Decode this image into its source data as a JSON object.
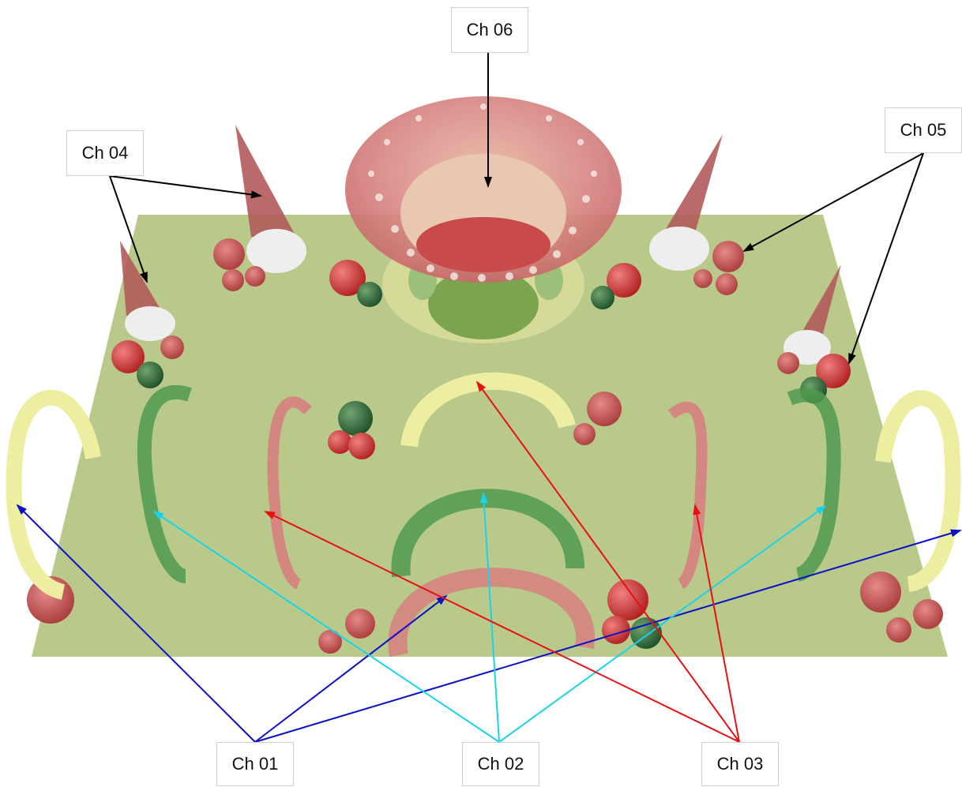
{
  "labels": {
    "ch01": "Ch 01",
    "ch02": "Ch 02",
    "ch03": "Ch 03",
    "ch04": "Ch 04",
    "ch05": "Ch 05",
    "ch06": "Ch 06"
  },
  "colors": {
    "ground": "#b9c98a",
    "ch01_arrow": "#0a10c8",
    "ch02_arrow": "#19d3e8",
    "ch03_arrow": "#e81010",
    "ch_black_arrow": "#000000",
    "yellow_arch": "#eeeea0",
    "green_arch": "#4f9a4f",
    "red_arch": "#d77f7f",
    "mushroom_red": "#c84646"
  }
}
